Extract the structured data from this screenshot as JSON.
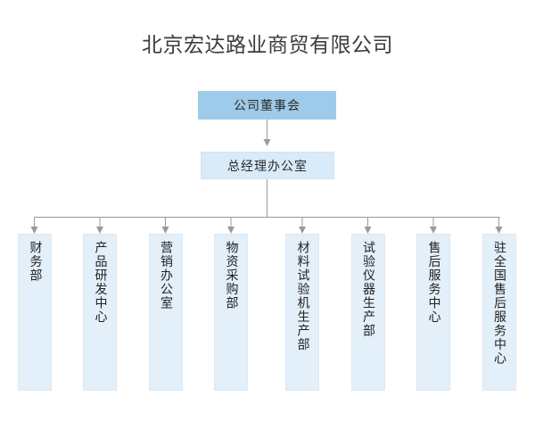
{
  "title": "北京宏达路业商贸有限公司",
  "colors": {
    "background": "#ffffff",
    "title_text": "#3c3c3c",
    "board_fill": "#9ecbe9",
    "gm_fill": "#d9eaf8",
    "leaf_fill": "#e3eff9",
    "leaf_border": "#dce9f5",
    "connector": "#9a9a9a",
    "node_text": "#2b2b2b"
  },
  "nodes": {
    "board": {
      "label": "公司董事会"
    },
    "general_manager": {
      "label": "总经理办公室"
    }
  },
  "departments": [
    {
      "label": "财务部"
    },
    {
      "label": "产品研发中心"
    },
    {
      "label": "营销办公室"
    },
    {
      "label": "物资采购部"
    },
    {
      "label": "材料试验机生产部"
    },
    {
      "label": "试验仪器生产部"
    },
    {
      "label": "售后服务中心"
    },
    {
      "label": "驻全国售后服务中心"
    }
  ],
  "chart_data": {
    "type": "diagram",
    "title": "北京宏达路业商贸有限公司",
    "orientation": "top-down",
    "levels": [
      {
        "level": 1,
        "nodes": [
          "公司董事会"
        ]
      },
      {
        "level": 2,
        "nodes": [
          "总经理办公室"
        ]
      },
      {
        "level": 3,
        "nodes": [
          "财务部",
          "产品研发中心",
          "营销办公室",
          "物资采购部",
          "材料试验机生产部",
          "试验仪器生产部",
          "售后服务中心",
          "驻全国售后服务中心"
        ]
      }
    ],
    "edges": [
      {
        "from": "公司董事会",
        "to": "总经理办公室",
        "arrow": true
      },
      {
        "from": "总经理办公室",
        "to": "财务部",
        "arrow": true
      },
      {
        "from": "总经理办公室",
        "to": "产品研发中心",
        "arrow": true
      },
      {
        "from": "总经理办公室",
        "to": "营销办公室",
        "arrow": true
      },
      {
        "from": "总经理办公室",
        "to": "物资采购部",
        "arrow": true
      },
      {
        "from": "总经理办公室",
        "to": "材料试验机生产部",
        "arrow": true
      },
      {
        "from": "总经理办公室",
        "to": "试验仪器生产部",
        "arrow": true
      },
      {
        "from": "总经理办公室",
        "to": "售后服务中心",
        "arrow": true
      },
      {
        "from": "总经理办公室",
        "to": "驻全国售后服务中心",
        "arrow": true
      }
    ]
  }
}
